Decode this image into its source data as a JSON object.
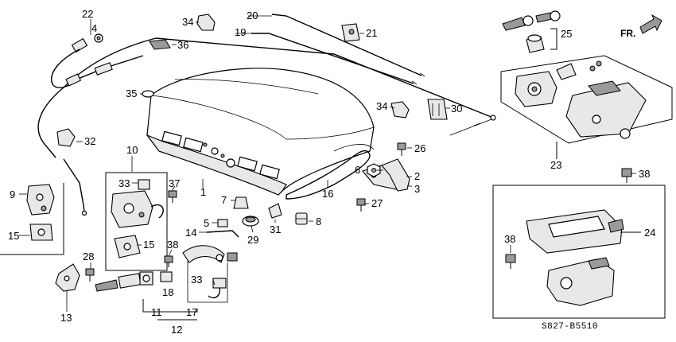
{
  "diagram_code": "S827-B5510",
  "direction_indicator": "FR.",
  "callouts": {
    "c1": "1",
    "c2": "2",
    "c3": "3",
    "c4": "4",
    "c5": "5",
    "c6": "6",
    "c7": "7",
    "c8": "8",
    "c9": "9",
    "c10": "10",
    "c11": "11",
    "c12": "12",
    "c13": "13",
    "c14": "14",
    "c15a": "15",
    "c15b": "15",
    "c16": "16",
    "c17": "17",
    "c18": "18",
    "c19": "19",
    "c20": "20",
    "c21": "21",
    "c22": "22",
    "c23": "23",
    "c24": "24",
    "c25": "25",
    "c26": "26",
    "c27": "27",
    "c28": "28",
    "c29": "29",
    "c30": "30",
    "c31": "31",
    "c32": "32",
    "c33a": "33",
    "c33b": "33",
    "c34a": "34",
    "c34b": "34",
    "c35": "35",
    "c36": "36",
    "c37": "37",
    "c38a": "38",
    "c38b": "38",
    "c38c": "38"
  }
}
